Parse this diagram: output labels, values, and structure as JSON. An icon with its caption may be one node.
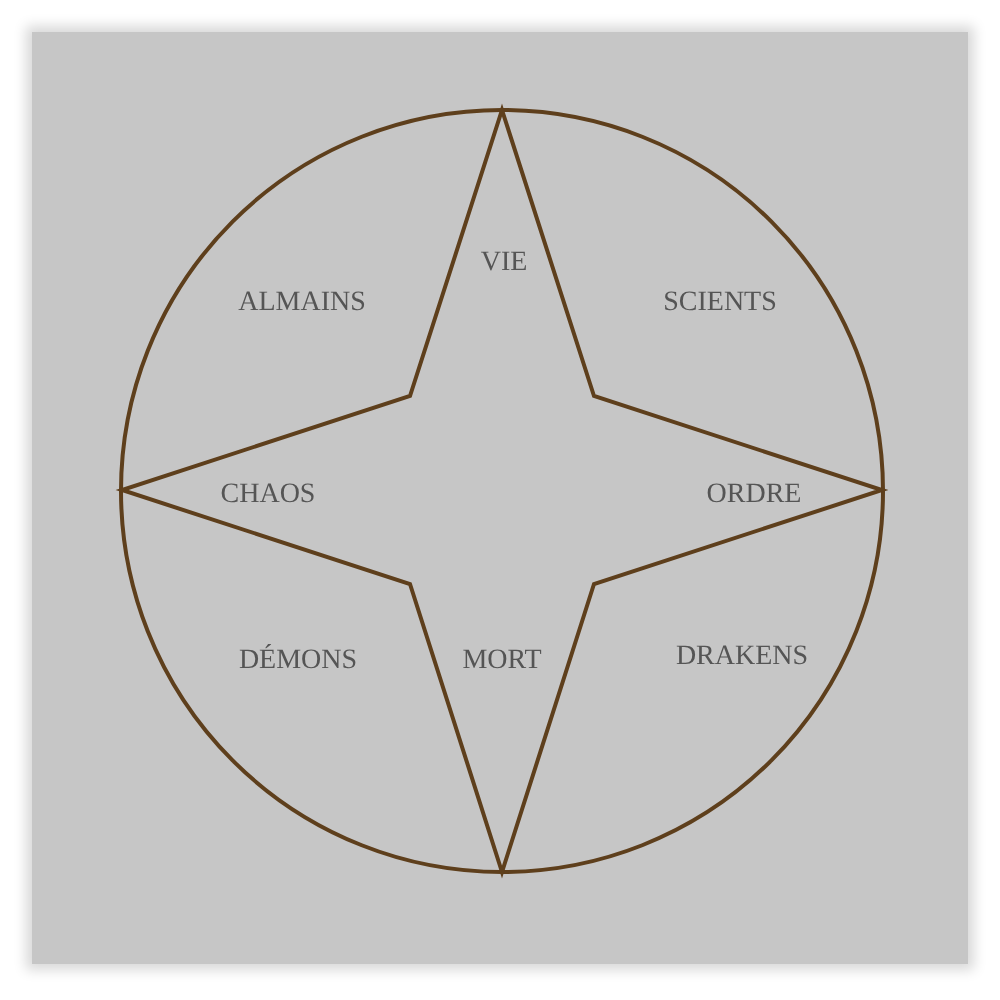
{
  "diagram": {
    "labels": [
      "VIE",
      "ALMAINS",
      "SCIENTS",
      "CHAOS",
      "ORDRE",
      "DÉMONS",
      "MORT",
      "DRAKENS"
    ]
  }
}
